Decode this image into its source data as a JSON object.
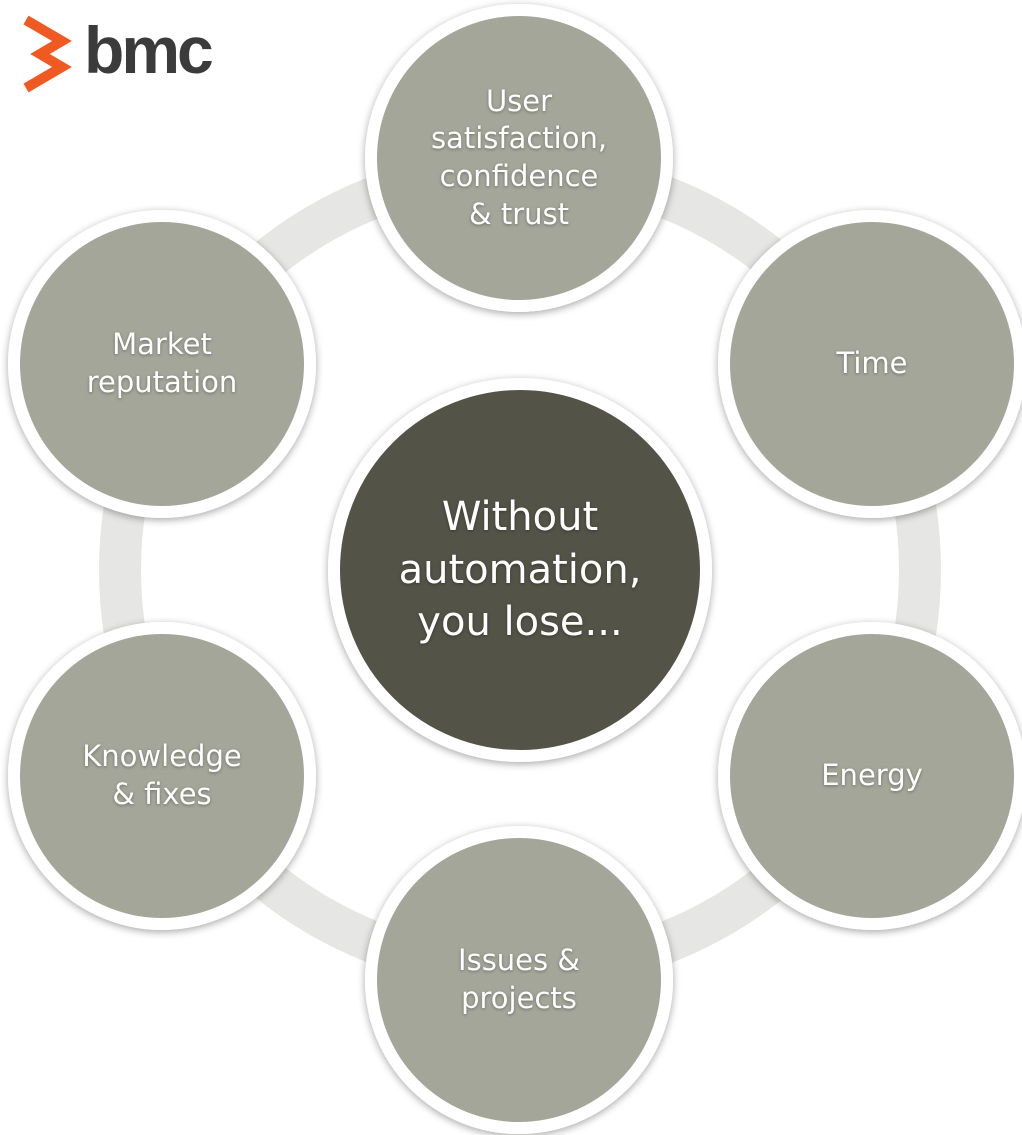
{
  "brand": {
    "name": "bmc",
    "accent_color": "#f05a22",
    "text_color": "#3b3b3b"
  },
  "colors": {
    "ring": "#e6e6e4",
    "outer_node_fill": "#a5a69a",
    "center_node_fill": "#525247",
    "node_border": "#ffffff"
  },
  "center": {
    "label": "Without\nautomation,\nyou lose..."
  },
  "nodes": [
    {
      "id": "user-satisfaction",
      "label": "User\nsatisfaction,\nconfidence\n& trust"
    },
    {
      "id": "time",
      "label": "Time"
    },
    {
      "id": "energy",
      "label": "Energy"
    },
    {
      "id": "issues-projects",
      "label": "Issues &\nprojects"
    },
    {
      "id": "knowledge-fixes",
      "label": "Knowledge\n& fixes"
    },
    {
      "id": "market-reputation",
      "label": "Market\nreputation"
    }
  ]
}
